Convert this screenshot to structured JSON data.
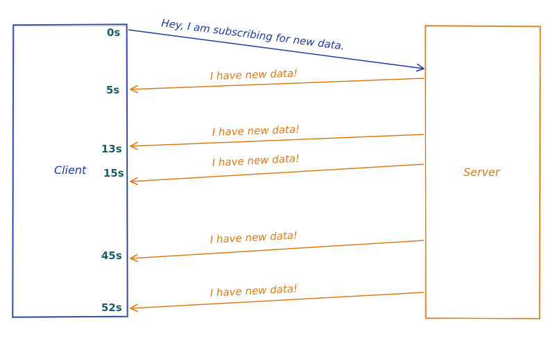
{
  "diagram": {
    "client_label": "Client",
    "server_label": "Server",
    "colors": {
      "client": "#1e3a9e",
      "server": "#d97b1a",
      "time": "#1d5b6b"
    },
    "request": {
      "time": "0s",
      "text": "Hey, I am subscribing for new data."
    },
    "responses": [
      {
        "time": "5s",
        "text": "I have new data!"
      },
      {
        "time": "13s",
        "text": "I have new data!"
      },
      {
        "time": "15s",
        "text": "I have new data!"
      },
      {
        "time": "45s",
        "text": "I have new data!"
      },
      {
        "time": "52s",
        "text": "I have new data!"
      }
    ]
  }
}
